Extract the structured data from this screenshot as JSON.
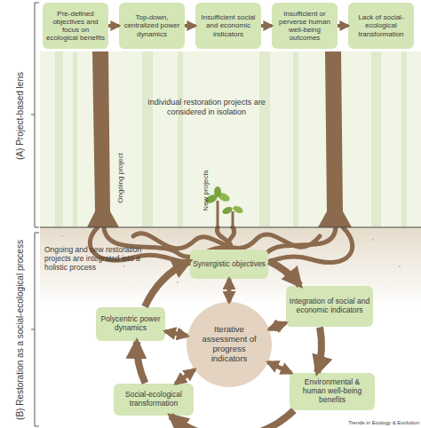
{
  "diagram": {
    "nodes": [
      {
        "text": [
          "Pre-defined objectives and focus on ecological benefits"
        ]
      },
      {
        "text": [
          "Top-down, centralized power dynamics"
        ]
      },
      {
        "text": [
          "Insufficient social and economic indicators"
        ]
      },
      {
        "text": [
          "Insufficient or perverse human well-being outcomes"
        ]
      },
      {
        "text": [
          "Lack of social-ecological transformation"
        ]
      },
      {
        "text": [
          "Synergistic objectives"
        ]
      },
      {
        "text": [
          "Polycentric power dynamics"
        ]
      },
      {
        "text": [
          "Iterative assessment of progress indicators"
        ]
      },
      {
        "text": [
          "Integration of social and economic indicators"
        ]
      },
      {
        "text": [
          "Social-ecological transformation"
        ]
      },
      {
        "text": [
          "Environmental & human well-being benefits"
        ]
      }
    ],
    "edges": [
      {
        "from": 0,
        "to": 1,
        "arrow": "to"
      },
      {
        "from": 1,
        "to": 2,
        "arrow": "to"
      },
      {
        "from": 2,
        "to": 3,
        "arrow": "to"
      },
      {
        "from": 3,
        "to": 4,
        "arrow": "to"
      },
      {
        "from": 7,
        "to": 5,
        "arrow": "both"
      },
      {
        "from": 7,
        "to": 8,
        "arrow": "both"
      },
      {
        "from": 7,
        "to": 10,
        "arrow": "both"
      },
      {
        "from": 7,
        "to": 9,
        "arrow": "both"
      },
      {
        "from": 7,
        "to": 6,
        "arrow": "both"
      },
      {
        "from": 5,
        "to": 8,
        "arrow": "to"
      },
      {
        "from": 8,
        "to": 10,
        "arrow": "to"
      },
      {
        "from": 10,
        "to": 9,
        "arrow": "to"
      },
      {
        "from": 9,
        "to": 6,
        "arrow": "to"
      },
      {
        "from": 6,
        "to": 5,
        "arrow": "to"
      }
    ],
    "labels": [
      "(A) Project-based lens",
      "Individual restoration projects are considered in isolation",
      "Ongoing project",
      "New projects",
      "Ongoing and new restoration projects are integrated into a holistic process",
      "(B) Restoration as a social-ecological process",
      "Trends in Ecology & Evolution"
    ]
  }
}
